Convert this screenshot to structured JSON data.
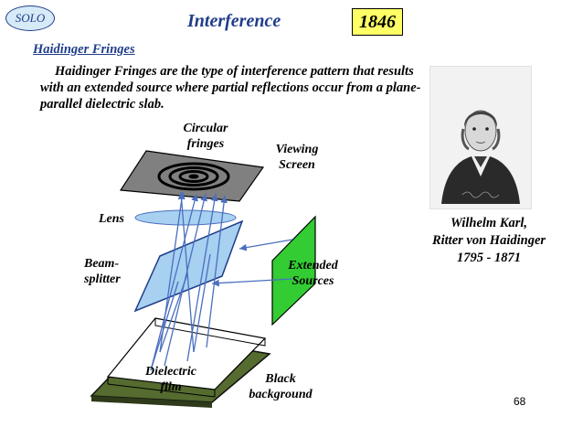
{
  "header": {
    "badge": "SOLO",
    "title": "Interference",
    "year": "1846"
  },
  "section": {
    "heading": "Haidinger Fringes",
    "paragraph": "Haidinger Fringes are the type of  interference pattern that results with an extended source where partial reflections occur from a plane-parallel dielectric slab."
  },
  "diagram": {
    "labels": {
      "circular_fringes": "Circular fringes",
      "viewing_screen": "Viewing Screen",
      "lens": "Lens",
      "beam_splitter": "Beam-splitter",
      "extended_sources": "Extended Sources",
      "dielectric_film": "Dielectric film",
      "black_background": "Black background"
    },
    "colors": {
      "screen": "#808080",
      "lens": "#a8d0f0",
      "beam_splitter": "#a8d0f0",
      "source": "#33cc33",
      "background_plate": "#556b2f",
      "rays": "#4a6fc0"
    }
  },
  "portrait": {
    "caption_line1": "Wilhelm Karl,",
    "caption_line2": "Ritter von Haidinger",
    "caption_line3": "1795 - 1871"
  },
  "footer": {
    "page_number": "68"
  }
}
